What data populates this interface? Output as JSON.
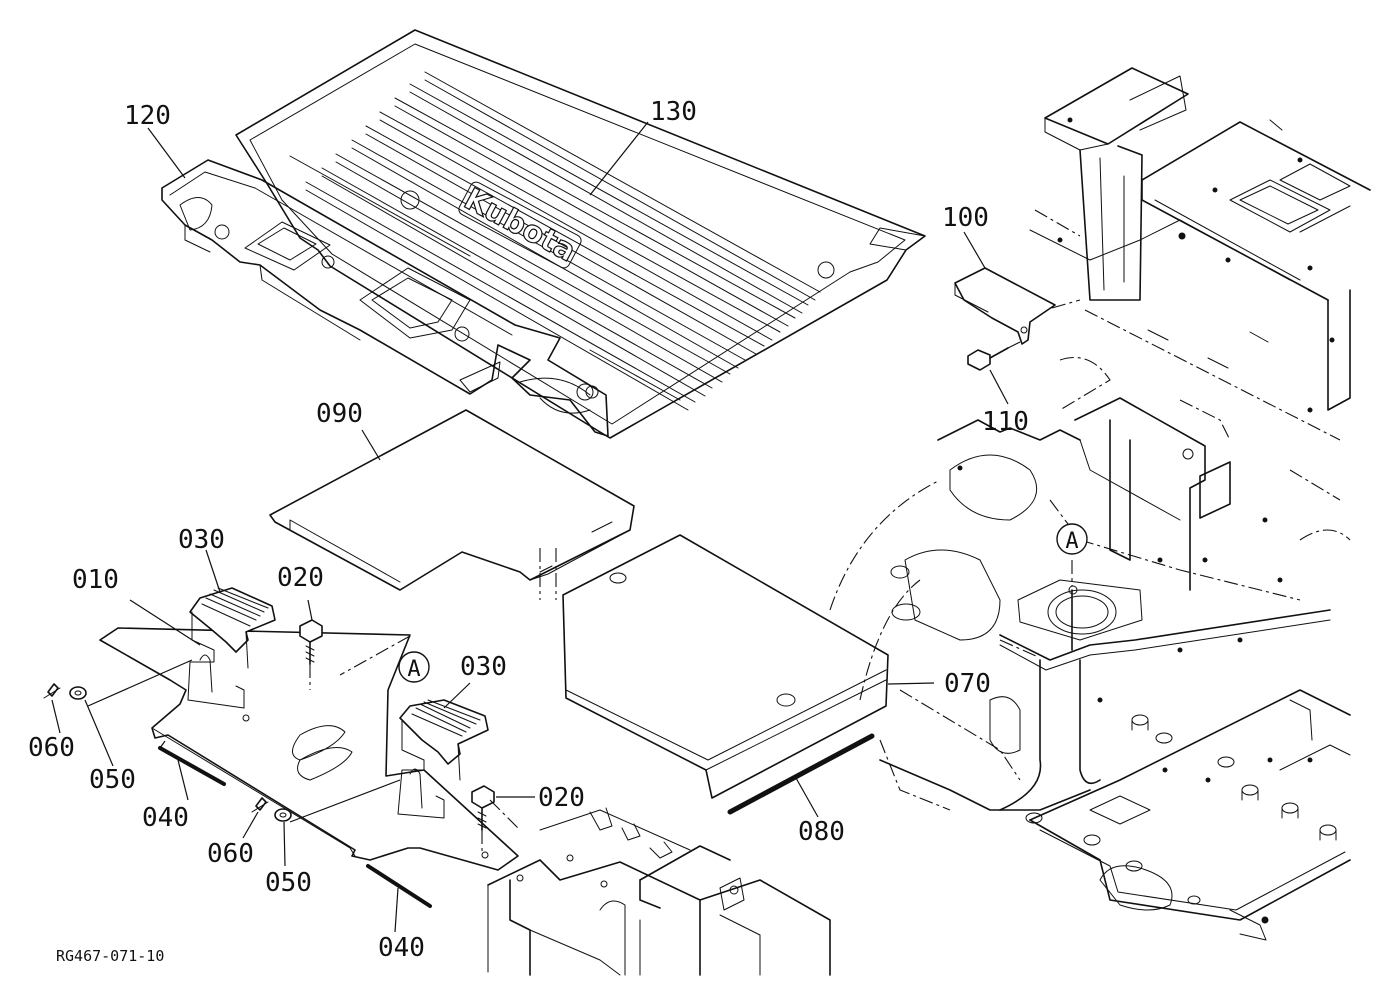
{
  "diagram": {
    "labels": {
      "p010": "010",
      "p020a": "020",
      "p020b": "020",
      "p030a": "030",
      "p030b": "030",
      "p040a": "040",
      "p040b": "040",
      "p050a": "050",
      "p050b": "050",
      "p060a": "060",
      "p060b": "060",
      "p070": "070",
      "p080": "080",
      "p090": "090",
      "p100": "100",
      "p110": "110",
      "p120": "120",
      "p130": "130",
      "refA1": "A",
      "refA2": "A"
    },
    "figure_code": "RG467-071-10",
    "mat_logo_text": "Kubota"
  }
}
